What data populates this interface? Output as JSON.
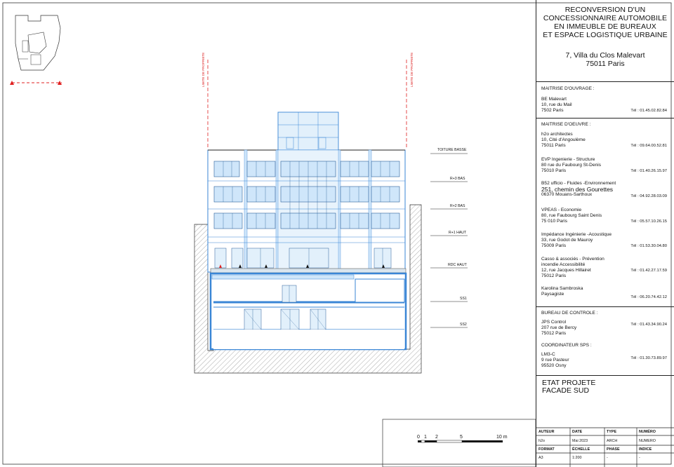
{
  "project": {
    "title_lines": [
      "RECONVERSION D'UN",
      "CONCESSIONNAIRE AUTOMOBILE",
      "EN IMMEUBLE DE BUREAUX",
      "ET ESPACE LOGISTIQUE URBAINE"
    ],
    "address_lines": [
      "7, Villa du Clos Malevart",
      "75011 Paris"
    ]
  },
  "maitrise_ouvrage": {
    "heading": "MAITRISE D'OUVRAGE :",
    "entries": [
      {
        "lines": [
          "BE Malevart",
          "10, rue du Mail",
          "7502 Paris"
        ],
        "tel": "Tél : 01.45.02.82.84"
      }
    ]
  },
  "maitrise_oeuvre": {
    "heading": "MAITRISE D'OEUVRE :",
    "entries": [
      {
        "lines": [
          "h2o architectes",
          "10, Cité d'Angoulème",
          "75011 Paris"
        ],
        "tel": "Tél : 09.64.00.52.81"
      },
      {
        "lines": [
          "EVP Ingenierie - Structure",
          "80 rue du Faubourg St-Denis",
          "75010 Paris"
        ],
        "tel": "Tél : 01.40.26.15.97"
      },
      {
        "lines": [
          "B52 ufficio - Fluides -Environnement",
          "251, chemin des Gourettes",
          "06370 Mouans-Sarthoux"
        ],
        "tel": "Tél : 04.92.28.03.09"
      },
      {
        "lines": [
          "VPEAS - Economie",
          "80, rue Faubourg Saint Denis",
          "75 010 Paris"
        ],
        "tel": "Tél : 05.57.10.26.15"
      },
      {
        "lines": [
          "Impédance Ingénierie -Acoustique",
          "33, rue Godot de Mauroy",
          "75009 Paris"
        ],
        "tel": "Tél : 01.53.30.04.80"
      },
      {
        "lines": [
          "Casso & associés - Prévention",
          "incendie Accessibilité",
          "12, rue Jacques Hillairet",
          "75012 Paris"
        ],
        "tel": "Tél : 01.42.27.17.59"
      },
      {
        "lines": [
          "Karolina Sambroska",
          "Paysagiste"
        ],
        "tel": "Tél : 06.20.74.42.12"
      }
    ]
  },
  "bureau_controle": {
    "heading": "BUREAU DE CONTROLE :",
    "entries": [
      {
        "lines": [
          "JPS Control",
          "207 rue de Bercy",
          "75012 Paris"
        ],
        "tel": "Tél : 01.43.34.90.24"
      }
    ]
  },
  "coordinateur_sps": {
    "heading": "COORDINATEUR SPS :",
    "entries": [
      {
        "lines": [
          "LM3-C",
          "9 rue Pasteur",
          "95520 Osny"
        ],
        "tel": "Tél : 01.30.73.89.97"
      }
    ]
  },
  "sheet_title": [
    "ETAT PROJETE",
    "FACADE SUD"
  ],
  "cartouche": {
    "headers_row1": [
      "AUTEUR",
      "DATE",
      "TYPE",
      "NUMÉRO"
    ],
    "values_row1": [
      "h2o",
      "Mai 2023",
      "ARCH",
      "NUMERO"
    ],
    "headers_row2": [
      "FORMAT",
      "ÉCHELLE",
      "PHASE",
      "INDICE"
    ],
    "values_row2": [
      "A3",
      "1:200",
      "-",
      "-"
    ]
  },
  "scale_bar": {
    "ticks": [
      "0",
      "1",
      "2",
      "5",
      "10 m"
    ]
  },
  "property_limit_label": "LIMITE DE PROPRIETE",
  "levels": [
    "TOITURE BASSE",
    "R+3 BAS",
    "R+2 BAS",
    "R+1 HAUT",
    "RDC HAUT",
    "SS1",
    "SS2"
  ],
  "colors": {
    "ink": "#222222",
    "glass": "#cfe6fa",
    "structure": "#3a86d6",
    "limit": "#e02020"
  }
}
